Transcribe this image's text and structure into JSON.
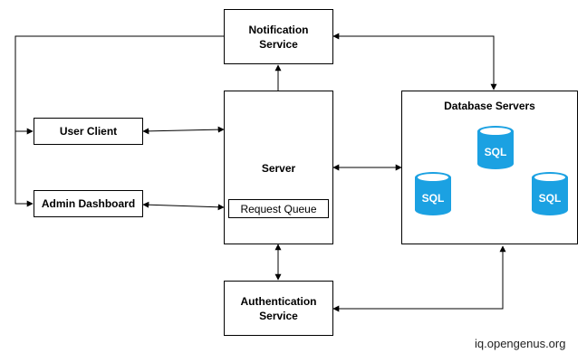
{
  "nodes": {
    "notification": "Notification\nService",
    "user_client": "User Client",
    "admin_dashboard": "Admin Dashboard",
    "server": "Server",
    "request_queue": "Request Queue",
    "database_servers": "Database Servers",
    "authentication": "Authentication\nService"
  },
  "sql_icons": [
    "SQL",
    "SQL",
    "SQL"
  ],
  "colors": {
    "sql": "#1BA1E2",
    "line": "#000000"
  },
  "watermark": "iq.opengenus.org"
}
